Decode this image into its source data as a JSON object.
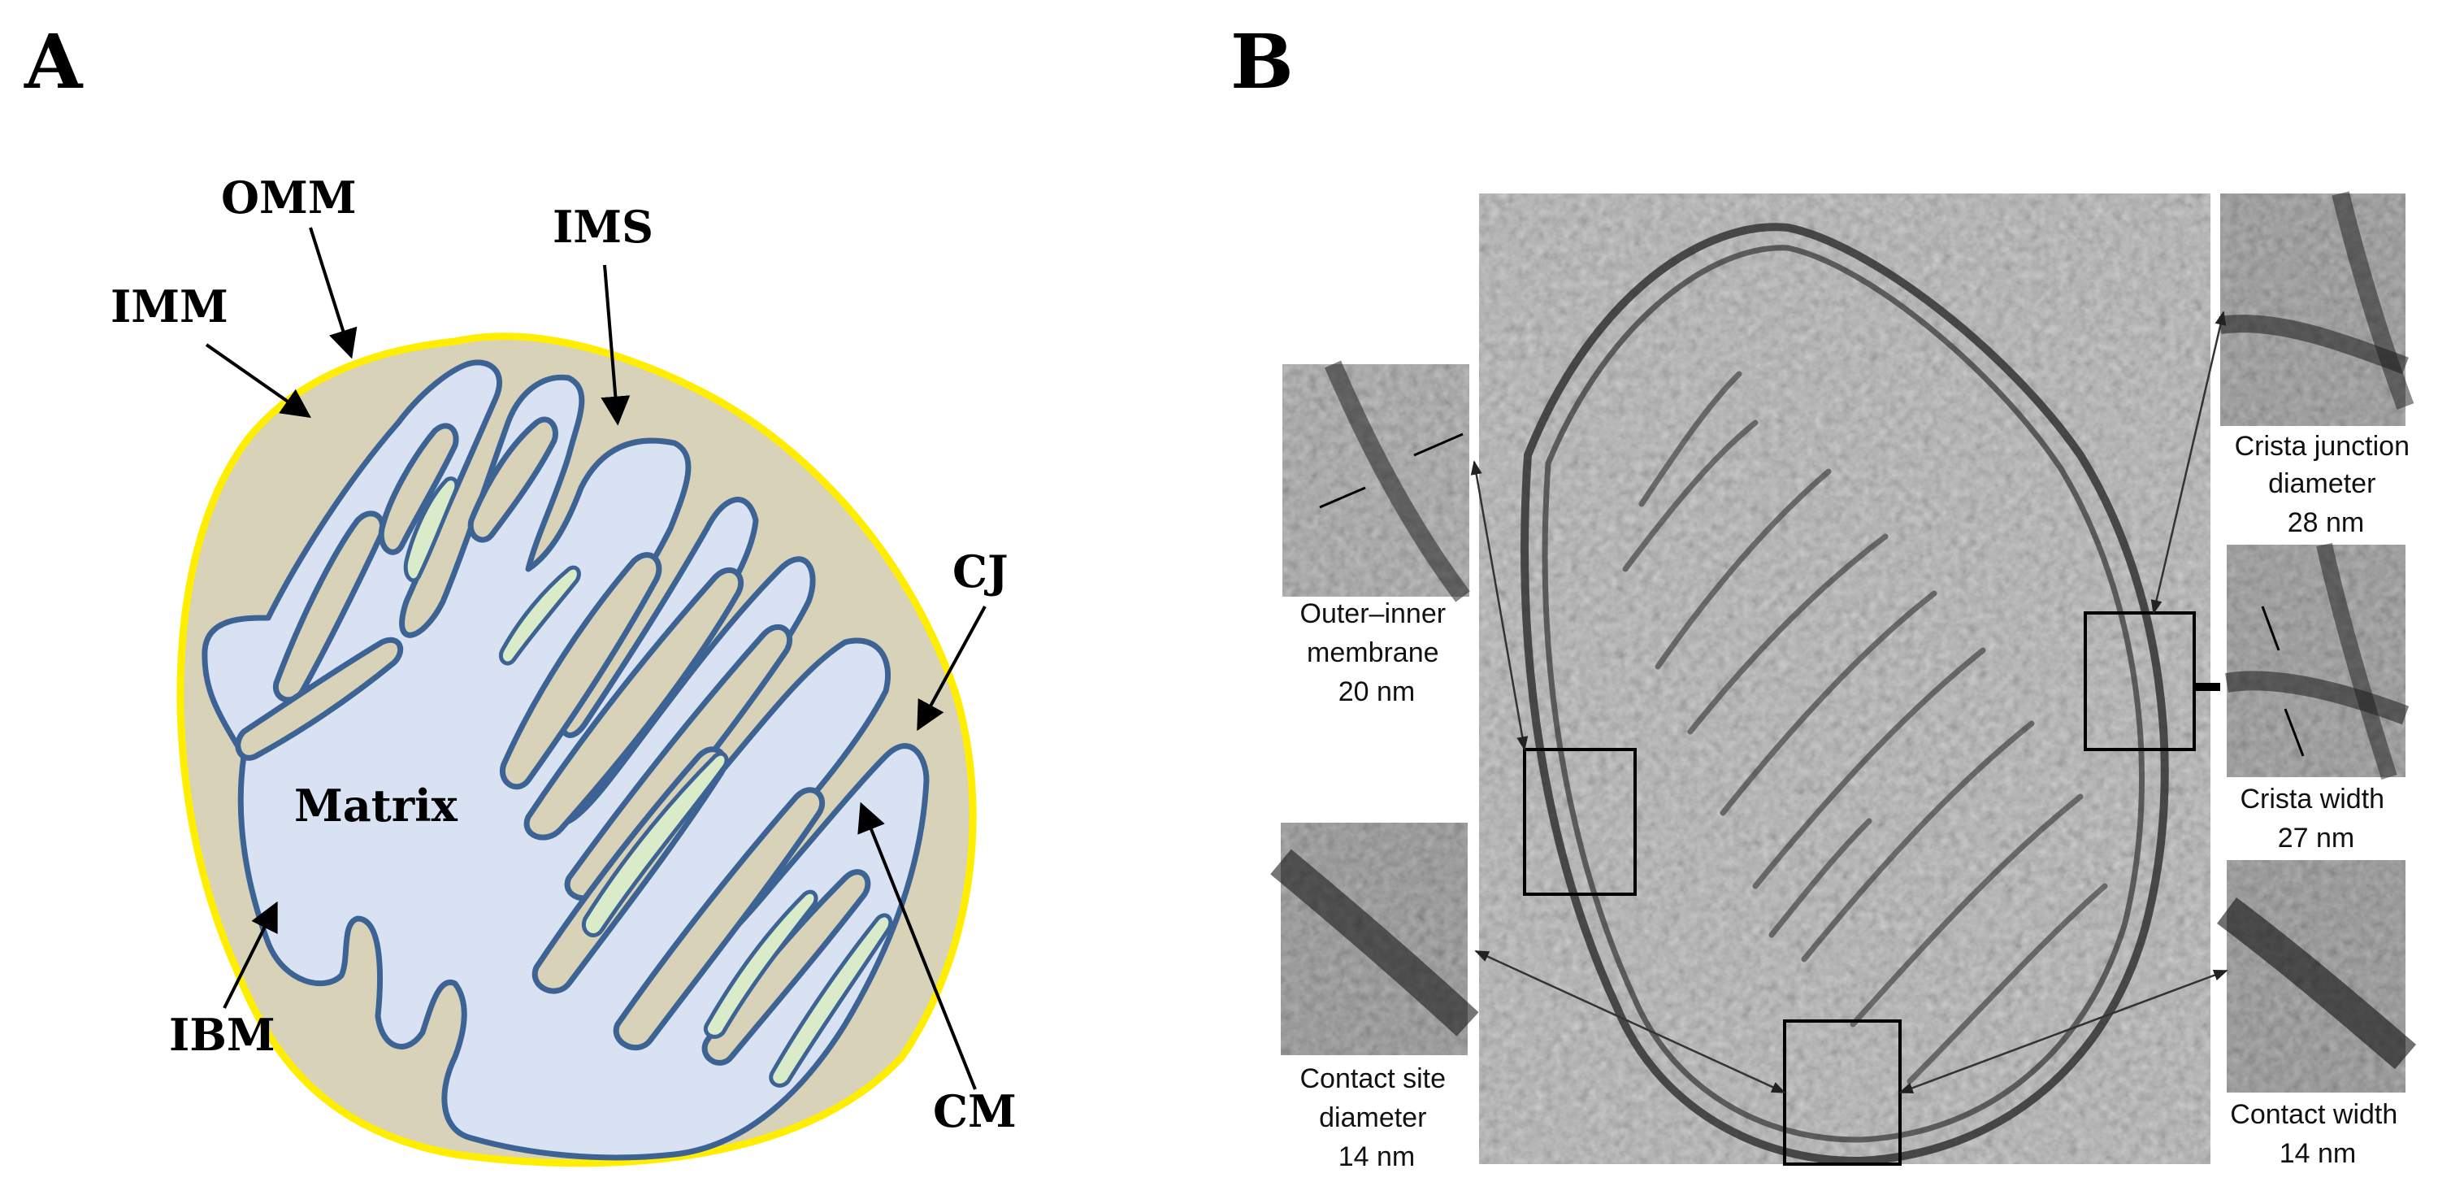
{
  "panel_a": {
    "letter": "A",
    "labels": {
      "omm": "OMM",
      "imm": "IMM",
      "ims": "IMS",
      "cj": "CJ",
      "ibm": "IBM",
      "cm": "CM",
      "matrix": "Matrix"
    },
    "colors": {
      "outer_membrane": "#ffee00",
      "intermembrane_space": "#d8d2b8",
      "inner_membrane_stroke": "#3d6394",
      "matrix": "#d8e2f2",
      "crista_lumen": "#d9ebc8"
    }
  },
  "panel_b": {
    "letter": "B",
    "insets": {
      "outer_inner": [
        "Outer–inner",
        "membrane",
        "20 nm"
      ],
      "contact_site": [
        "Contact site",
        "diameter",
        "14 nm"
      ],
      "crista_junction": [
        "Crista junction",
        "diameter",
        "28 nm"
      ],
      "crista_width": [
        "Crista width",
        "27 nm"
      ],
      "contact_width": [
        "Contact width",
        "14 nm"
      ]
    }
  }
}
